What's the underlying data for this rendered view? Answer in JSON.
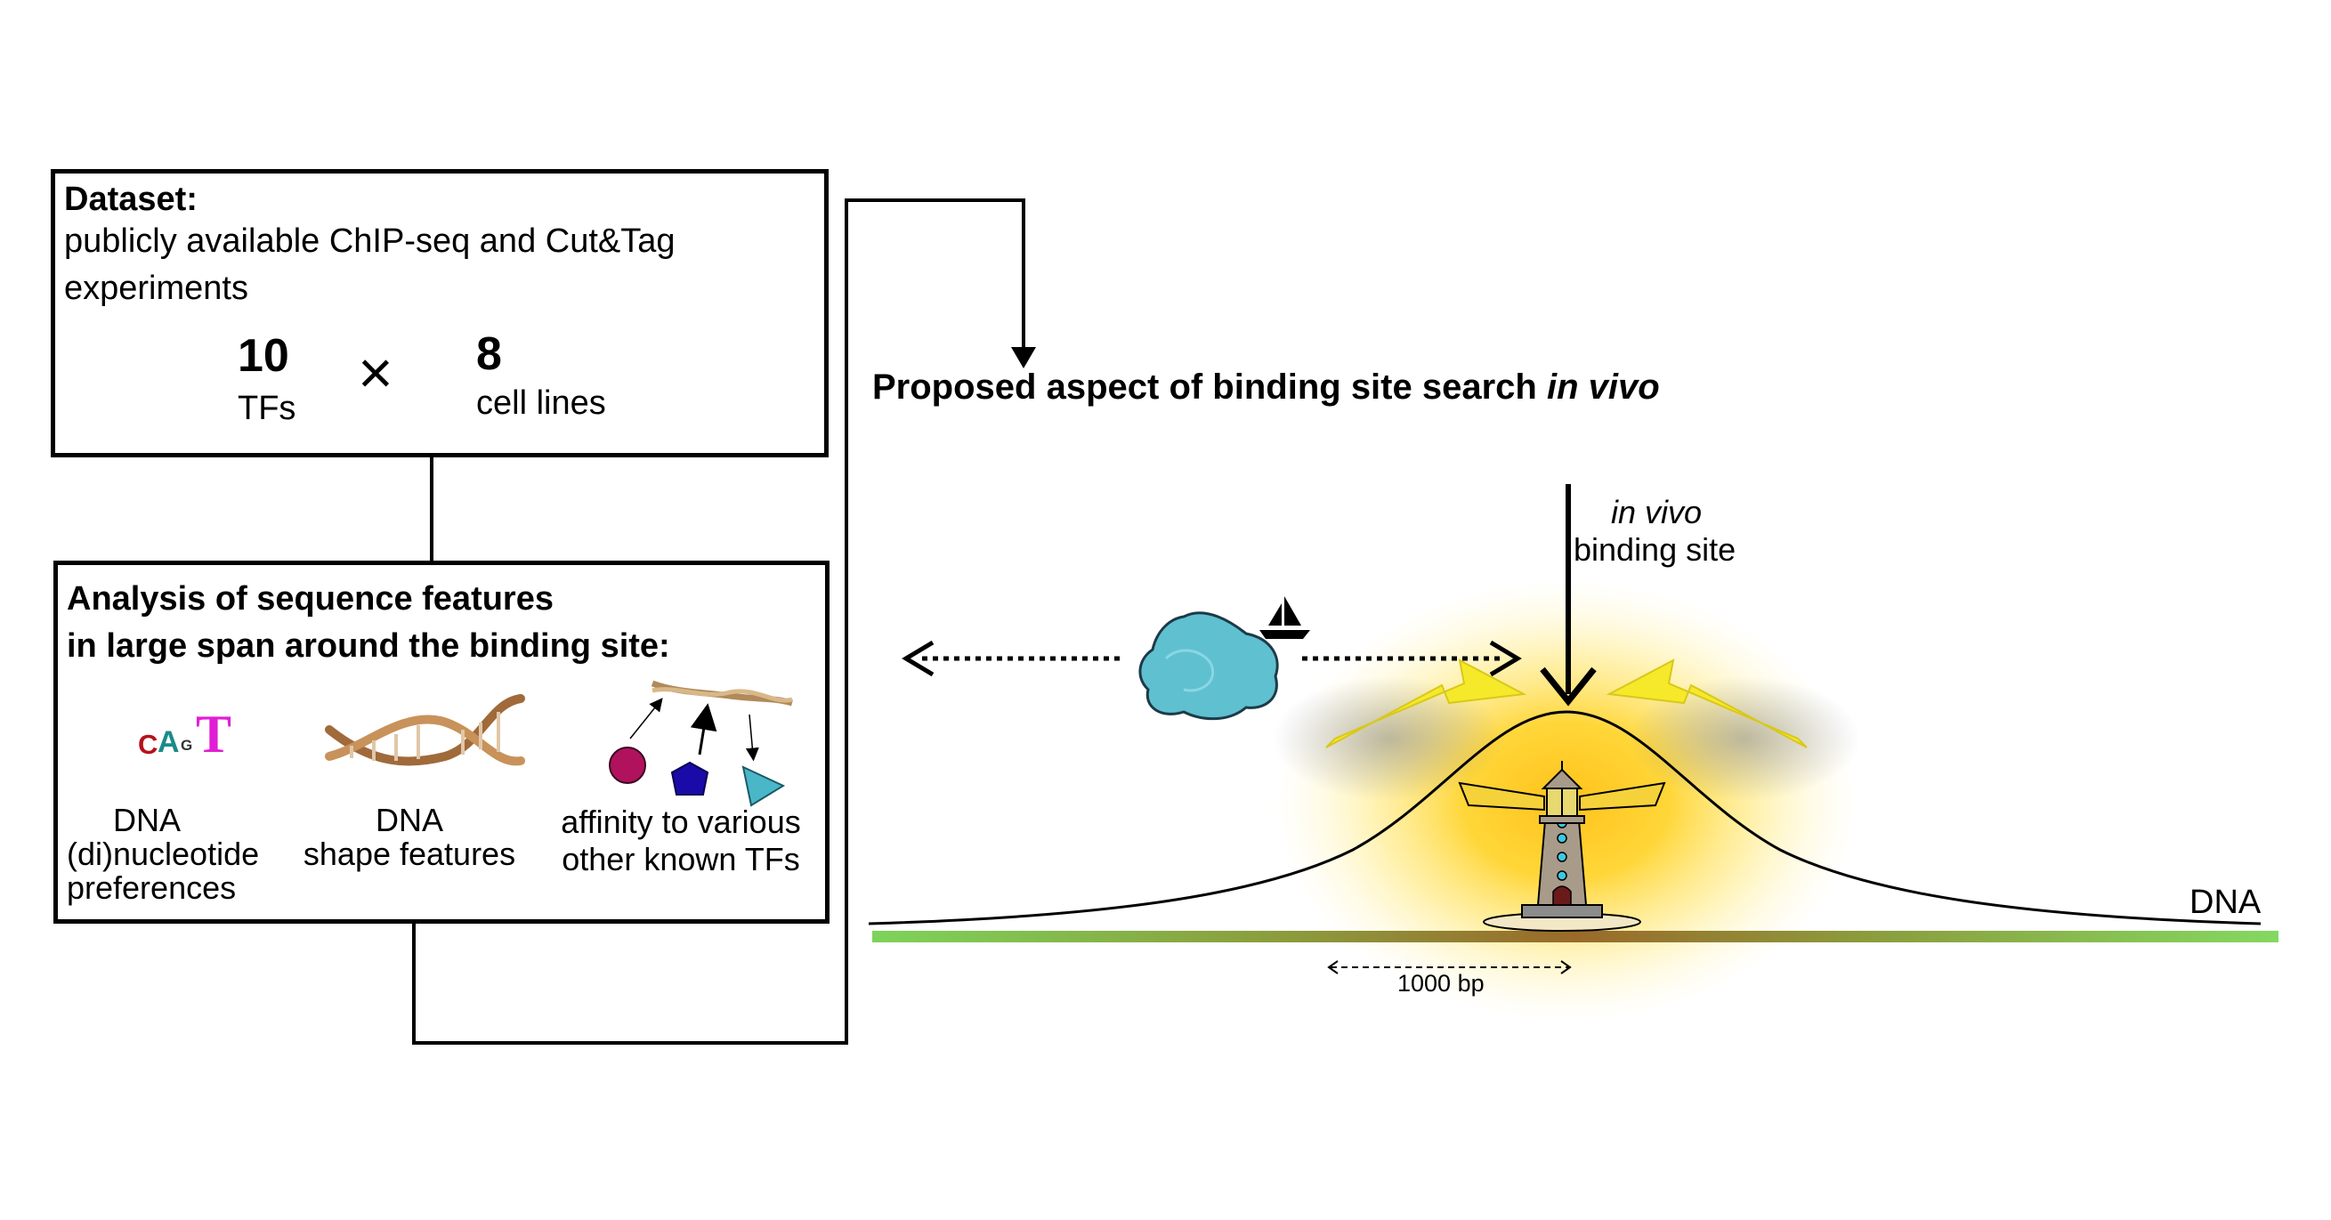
{
  "dataset": {
    "heading": "Dataset:",
    "line1": "publicly available ChIP-seq and Cut&Tag",
    "line2": "experiments",
    "tf_count": "10",
    "tf_label": "TFs",
    "times_symbol": "×",
    "cell_count": "8",
    "cell_label": "cell lines"
  },
  "analysis": {
    "heading_line1": "Analysis of sequence features",
    "heading_line2": "in large span around the binding site:",
    "logo_letters": [
      "C",
      "A",
      "G",
      "T"
    ],
    "feature1_line1": "DNA",
    "feature1_line2": "(di)nucleotide",
    "feature1_line3": "preferences",
    "feature2_line1": "DNA",
    "feature2_line2": "shape features",
    "feature3_line1": "affinity to various",
    "feature3_line2": "other known TFs"
  },
  "proposal": {
    "title_prefix": "Proposed aspect of binding site search ",
    "title_italic": "in vivo",
    "site_italic": "in vivo",
    "site_label": "binding site",
    "dna_label": "DNA",
    "scale_label": "1000 bp"
  },
  "colors": {
    "logo_c": "#b5121b",
    "logo_a": "#1b8a8a",
    "logo_g": "#333333",
    "logo_t": "#e01fd4",
    "tf_circle": "#b0125e",
    "tf_pentagon": "#1a0aa8",
    "tf_triangle": "#4ab7c8",
    "cloud": "#5fc0d0",
    "glow": "#ffd21a",
    "arrows": "#f5e92a",
    "dna_green": "#7dd35a",
    "dna_brown": "#9a6a2a"
  }
}
